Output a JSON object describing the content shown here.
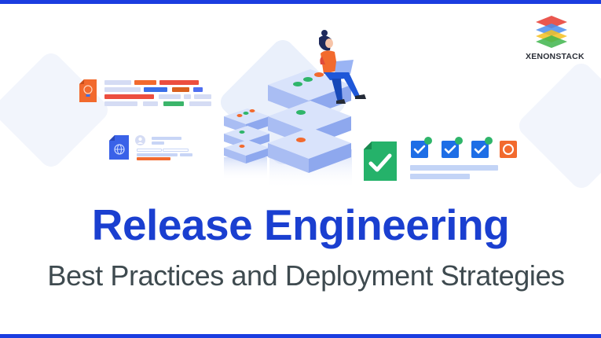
{
  "brand": {
    "name": "XENONSTACK",
    "logo_colors": [
      "#e8453c",
      "#4a8ef0",
      "#f4c020",
      "#3fb54c"
    ],
    "accent": "#1b3de0"
  },
  "hero": {
    "title": "Release Engineering",
    "subtitle": "Best Practices and Deployment Strategies",
    "title_color": "#1a3fd0",
    "subtitle_color": "#3e4a4f"
  },
  "illustration": {
    "icons": [
      "lightbulb-doc-icon",
      "globe-doc-icon",
      "user-icon",
      "check-doc-icon",
      "checkbox-icon",
      "radio-icon",
      "server-stack",
      "person-with-laptop"
    ],
    "status_colors": {
      "green": "#2fb56a",
      "orange": "#f26a2e",
      "blue": "#1e6ee6"
    }
  }
}
